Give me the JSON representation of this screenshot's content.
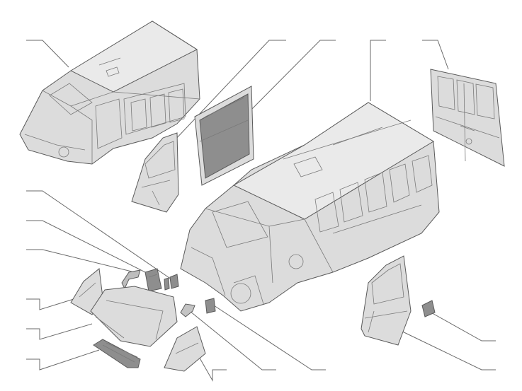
{
  "diagram": {
    "title": "",
    "callout_labels": [],
    "parts": [
      {
        "id": "assembled-body"
      },
      {
        "id": "front-door-left"
      },
      {
        "id": "sliding-door"
      },
      {
        "id": "body-shell"
      },
      {
        "id": "rear-doors"
      },
      {
        "id": "hinge-small"
      },
      {
        "id": "hood-bracket"
      },
      {
        "id": "hinge-hood"
      },
      {
        "id": "fender-left"
      },
      {
        "id": "hood"
      },
      {
        "id": "radiator-grille"
      },
      {
        "id": "fender-right"
      },
      {
        "id": "fuel-flap-hinge"
      },
      {
        "id": "fuel-flap"
      },
      {
        "id": "front-door-right"
      },
      {
        "id": "fuel-filler-door"
      }
    ],
    "colors": {
      "line": "#6a6a6a",
      "panel": "#dcdcdc",
      "panel-dark": "#8e8e8e",
      "outline": "#5a5a5a"
    }
  }
}
